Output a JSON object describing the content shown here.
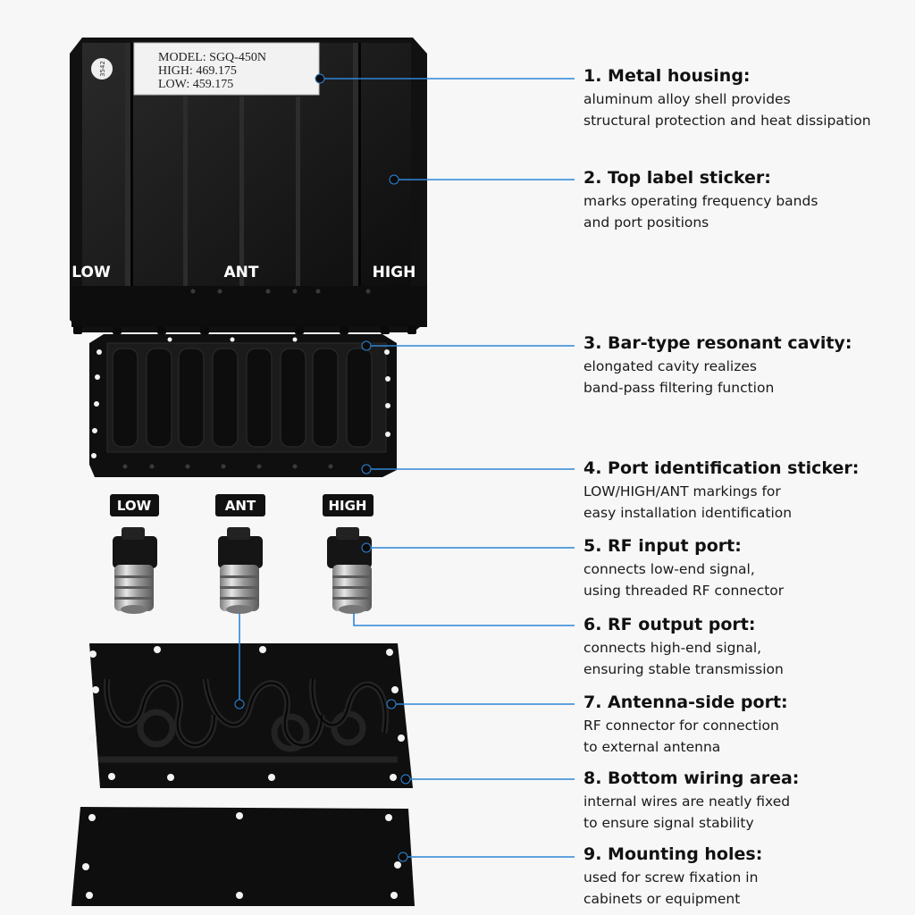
{
  "device": {
    "sticker": {
      "model": "MODEL: SGQ-450N",
      "high": "HIGH: 469.175",
      "low": "LOW:  459.175"
    },
    "round_sticker": "3542",
    "housing_port_labels": [
      "LOW",
      "ANT",
      "HIGH"
    ],
    "connector_tags": [
      "LOW",
      "ANT",
      "HIGH"
    ]
  },
  "colors": {
    "accent_line": "#2f86d6",
    "dot": "#0b0b0b",
    "metal": "#121212"
  },
  "annotations": [
    {
      "title": "1. Metal housing:",
      "desc": [
        "aluminum alloy shell provides",
        "structural protection and heat dissipation"
      ]
    },
    {
      "title": "2. Top label sticker:",
      "desc": [
        "marks operating frequency bands",
        "and port positions"
      ]
    },
    {
      "title": "3. Bar-type resonant cavity:",
      "desc": [
        "elongated cavity realizes",
        "band-pass filtering function"
      ]
    },
    {
      "title": "4. Port identification sticker:",
      "desc": [
        "LOW/HIGH/ANT markings for",
        "easy installation identification"
      ]
    },
    {
      "title": "5. RF input port:",
      "desc": [
        "connects low-end signal,",
        "using threaded RF connector"
      ]
    },
    {
      "title": "6. RF output port:",
      "desc": [
        "connects high-end signal,",
        "ensuring stable transmission"
      ]
    },
    {
      "title": "7. Antenna-side port:",
      "desc": [
        "RF connector for connection",
        "to external antenna"
      ]
    },
    {
      "title": "8. Bottom wiring area:",
      "desc": [
        "internal wires are neatly fixed",
        "to ensure signal stability"
      ]
    },
    {
      "title": "9. Mounting holes:",
      "desc": [
        "used for screw fixation in",
        "cabinets or equipment"
      ]
    }
  ]
}
